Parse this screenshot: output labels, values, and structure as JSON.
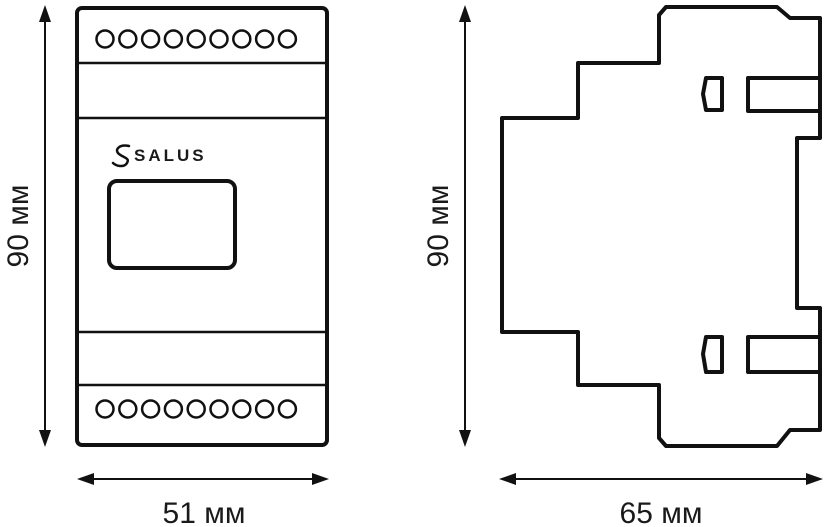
{
  "front_view": {
    "width_label": "51 мм",
    "height_label": "90 мм",
    "brand": "SALUS",
    "terminals_top_count": 9,
    "terminals_bottom_count": 9
  },
  "side_view": {
    "width_label": "65 мм",
    "height_label": "90 мм"
  }
}
